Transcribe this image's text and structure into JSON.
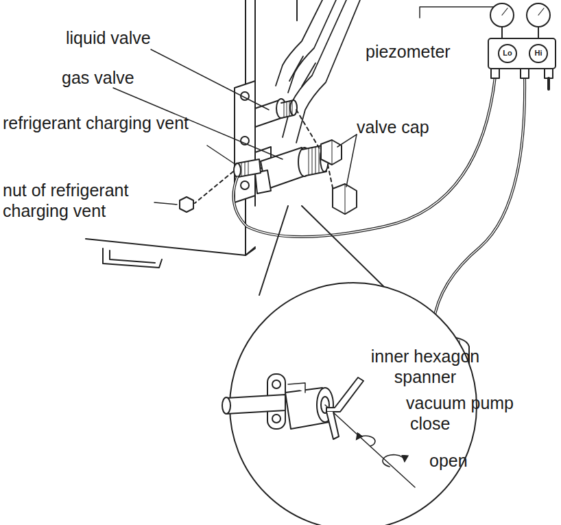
{
  "diagram": {
    "labels": [
      "liquid valve",
      "gas valve",
      "refrigerant charging vent",
      "nut of refrigerant charging vent",
      "valve cap",
      "piezometer",
      "Lo",
      "Hi",
      "vacuum pump",
      "inner hexagon spanner",
      "close",
      "open"
    ]
  }
}
